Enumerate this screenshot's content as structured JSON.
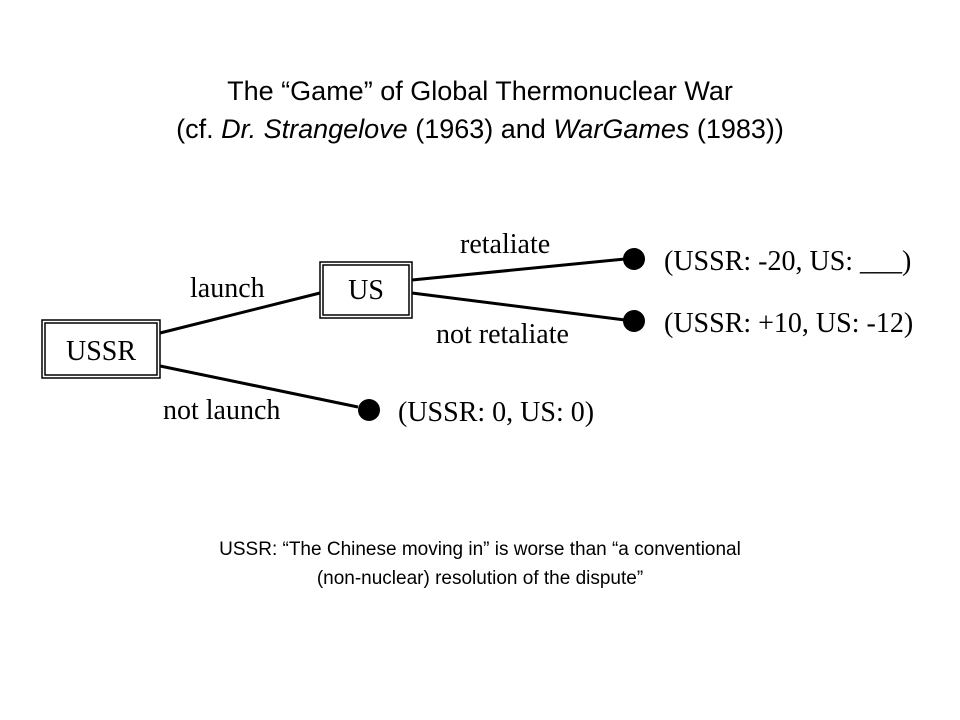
{
  "title": {
    "line1": "The “Game” of Global Thermonuclear War",
    "line2_pre": "(cf. ",
    "line2_film1": "Dr. Strangelove",
    "line2_mid": " (1963) and ",
    "line2_film2": "WarGames",
    "line2_post": " (1983))"
  },
  "tree": {
    "nodes": {
      "root": "USSR",
      "us": "US"
    },
    "edges": {
      "launch": "launch",
      "not_launch": "not launch",
      "retaliate": "retaliate",
      "not_retaliate": "not retaliate"
    },
    "payoffs": {
      "retaliate": "(USSR: -20, US: ___)",
      "not_retaliate": "(USSR: +10, US: -12)",
      "not_launch": "(USSR: 0, US: 0)"
    }
  },
  "note": {
    "line1": "USSR: “The Chinese moving in” is worse than “a conventional",
    "line2": "(non-nuclear) resolution of the dispute”"
  }
}
